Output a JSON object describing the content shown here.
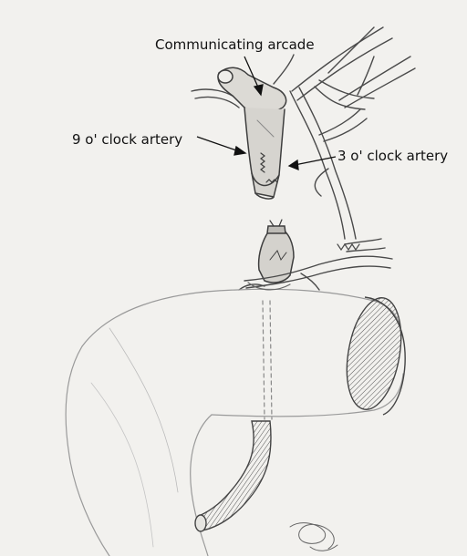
{
  "labels": {
    "communicating_arcade": "Communicating arcade",
    "nine_oclock_artery": "9 o' clock artery",
    "three_oclock_artery": "3 o' clock artery"
  },
  "colors": {
    "paper": "#f2f1ee",
    "pencil": "#4a4a4a",
    "pencil_light": "#9a9a9a",
    "label_text": "#111111"
  }
}
